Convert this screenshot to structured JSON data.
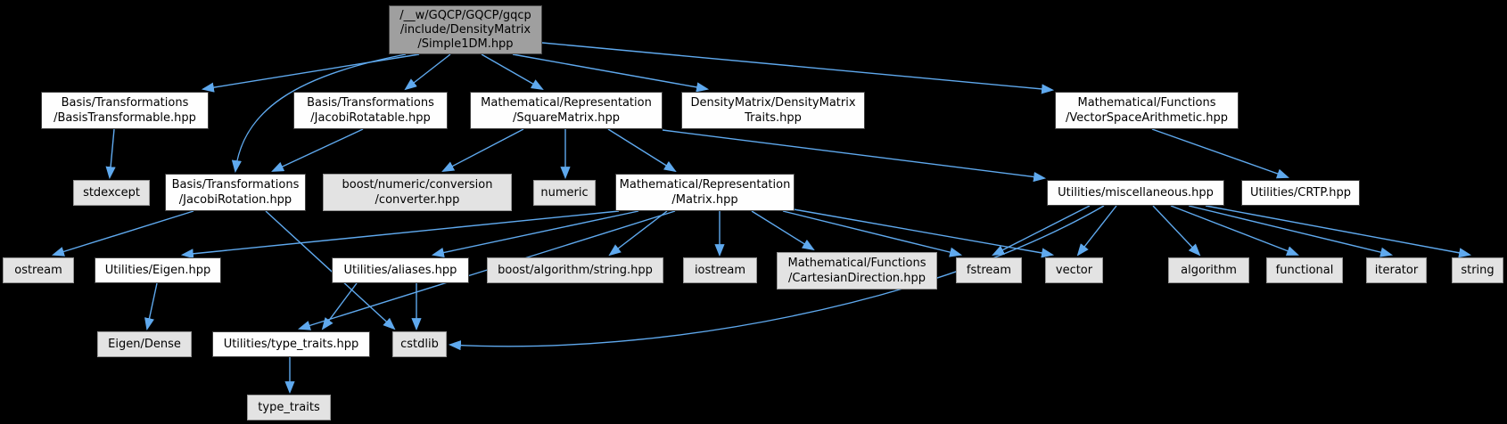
{
  "graph": {
    "background_color": "#000000",
    "edge_color": "#5fa9ee",
    "node_colors": {
      "root_fill": "#9f9f9f",
      "root_border": "#4a4a4a",
      "internal_fill": "#fefefe",
      "internal_border": "#3d3d3d",
      "external_fill": "#e3e3e3",
      "external_border": "#969696"
    },
    "nodes": [
      {
        "id": "simple1dm",
        "kind": "root",
        "lines": [
          "/__w/GQCP/GQCP/gqcp",
          "/include/DensityMatrix",
          "/Simple1DM.hpp"
        ]
      },
      {
        "id": "basis_transformable",
        "kind": "internal",
        "lines": [
          "Basis/Transformations",
          "/BasisTransformable.hpp"
        ]
      },
      {
        "id": "jacobi_rotatable",
        "kind": "internal",
        "lines": [
          "Basis/Transformations",
          "/JacobiRotatable.hpp"
        ]
      },
      {
        "id": "square_matrix",
        "kind": "internal",
        "lines": [
          "Mathematical/Representation",
          "/SquareMatrix.hpp"
        ]
      },
      {
        "id": "dm_traits",
        "kind": "internal",
        "lines": [
          "DensityMatrix/DensityMatrix",
          "Traits.hpp"
        ]
      },
      {
        "id": "vector_space_arithmetic",
        "kind": "internal",
        "lines": [
          "Mathematical/Functions",
          "/VectorSpaceArithmetic.hpp"
        ]
      },
      {
        "id": "stdexcept",
        "kind": "external",
        "lines": [
          "stdexcept"
        ]
      },
      {
        "id": "jacobi_rotation",
        "kind": "internal",
        "lines": [
          "Basis/Transformations",
          "/JacobiRotation.hpp"
        ]
      },
      {
        "id": "converter",
        "kind": "external",
        "lines": [
          "boost/numeric/conversion",
          "/converter.hpp"
        ]
      },
      {
        "id": "numeric",
        "kind": "external",
        "lines": [
          "numeric"
        ]
      },
      {
        "id": "matrix",
        "kind": "internal",
        "lines": [
          "Mathematical/Representation",
          "/Matrix.hpp"
        ]
      },
      {
        "id": "miscellaneous",
        "kind": "internal",
        "lines": [
          "Utilities/miscellaneous.hpp"
        ]
      },
      {
        "id": "crtp",
        "kind": "internal",
        "lines": [
          "Utilities/CRTP.hpp"
        ]
      },
      {
        "id": "ostream",
        "kind": "external",
        "lines": [
          "ostream"
        ]
      },
      {
        "id": "eigen_hpp",
        "kind": "internal",
        "lines": [
          "Utilities/Eigen.hpp"
        ]
      },
      {
        "id": "aliases",
        "kind": "internal",
        "lines": [
          "Utilities/aliases.hpp"
        ]
      },
      {
        "id": "boost_string",
        "kind": "external",
        "lines": [
          "boost/algorithm/string.hpp"
        ]
      },
      {
        "id": "iostream",
        "kind": "external",
        "lines": [
          "iostream"
        ]
      },
      {
        "id": "cartesian_direction",
        "kind": "external",
        "lines": [
          "Mathematical/Functions",
          "/CartesianDirection.hpp"
        ]
      },
      {
        "id": "fstream",
        "kind": "external",
        "lines": [
          "fstream"
        ]
      },
      {
        "id": "vector",
        "kind": "external",
        "lines": [
          "vector"
        ]
      },
      {
        "id": "algorithm",
        "kind": "external",
        "lines": [
          "algorithm"
        ]
      },
      {
        "id": "functional",
        "kind": "external",
        "lines": [
          "functional"
        ]
      },
      {
        "id": "iterator",
        "kind": "external",
        "lines": [
          "iterator"
        ]
      },
      {
        "id": "string",
        "kind": "external",
        "lines": [
          "string"
        ]
      },
      {
        "id": "eigen_dense",
        "kind": "external",
        "lines": [
          "Eigen/Dense"
        ]
      },
      {
        "id": "type_traits_hpp",
        "kind": "internal",
        "lines": [
          "Utilities/type_traits.hpp"
        ]
      },
      {
        "id": "cstdlib",
        "kind": "external",
        "lines": [
          "cstdlib"
        ]
      },
      {
        "id": "type_traits",
        "kind": "external",
        "lines": [
          "type_traits"
        ]
      }
    ],
    "edges": [
      {
        "from": "simple1dm",
        "to": "basis_transformable"
      },
      {
        "from": "simple1dm",
        "to": "jacobi_rotatable"
      },
      {
        "from": "simple1dm",
        "to": "square_matrix"
      },
      {
        "from": "simple1dm",
        "to": "dm_traits"
      },
      {
        "from": "simple1dm",
        "to": "vector_space_arithmetic"
      },
      {
        "from": "simple1dm",
        "to": "jacobi_rotation"
      },
      {
        "from": "basis_transformable",
        "to": "stdexcept"
      },
      {
        "from": "jacobi_rotatable",
        "to": "jacobi_rotation"
      },
      {
        "from": "jacobi_rotation",
        "to": "ostream"
      },
      {
        "from": "jacobi_rotation",
        "to": "cstdlib"
      },
      {
        "from": "square_matrix",
        "to": "converter"
      },
      {
        "from": "square_matrix",
        "to": "numeric"
      },
      {
        "from": "square_matrix",
        "to": "matrix"
      },
      {
        "from": "square_matrix",
        "to": "miscellaneous"
      },
      {
        "from": "vector_space_arithmetic",
        "to": "crtp"
      },
      {
        "from": "matrix",
        "to": "eigen_hpp"
      },
      {
        "from": "matrix",
        "to": "aliases"
      },
      {
        "from": "matrix",
        "to": "boost_string"
      },
      {
        "from": "matrix",
        "to": "iostream"
      },
      {
        "from": "matrix",
        "to": "cartesian_direction"
      },
      {
        "from": "matrix",
        "to": "fstream"
      },
      {
        "from": "matrix",
        "to": "vector"
      },
      {
        "from": "matrix",
        "to": "type_traits_hpp"
      },
      {
        "from": "aliases",
        "to": "type_traits_hpp"
      },
      {
        "from": "aliases",
        "to": "cstdlib"
      },
      {
        "from": "eigen_hpp",
        "to": "eigen_dense"
      },
      {
        "from": "type_traits_hpp",
        "to": "type_traits"
      },
      {
        "from": "miscellaneous",
        "to": "fstream"
      },
      {
        "from": "miscellaneous",
        "to": "vector"
      },
      {
        "from": "miscellaneous",
        "to": "cstdlib"
      },
      {
        "from": "miscellaneous",
        "to": "algorithm"
      },
      {
        "from": "miscellaneous",
        "to": "functional"
      },
      {
        "from": "miscellaneous",
        "to": "iterator"
      },
      {
        "from": "miscellaneous",
        "to": "string"
      }
    ]
  }
}
